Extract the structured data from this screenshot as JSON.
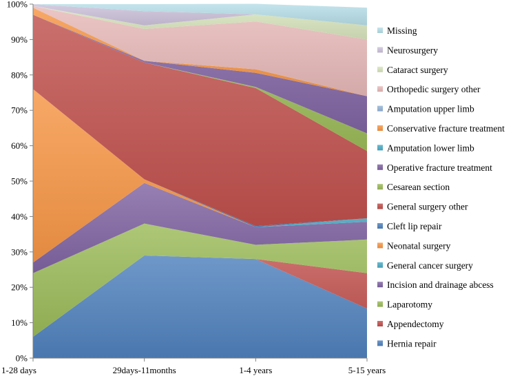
{
  "chart_data": {
    "type": "area",
    "stacked": "percent",
    "categories": [
      "1-28 days",
      "29days-11months",
      "1-4 years",
      "5-15 years"
    ],
    "ylim": [
      0,
      100
    ],
    "y_ticks": [
      "0%",
      "10%",
      "20%",
      "30%",
      "40%",
      "50%",
      "60%",
      "70%",
      "80%",
      "90%",
      "100%"
    ],
    "legend_position": "right",
    "series": [
      {
        "name": "Hernia repair",
        "color": "#4f81bd",
        "values": [
          6,
          29,
          28,
          14
        ]
      },
      {
        "name": "Appendectomy",
        "color": "#c0504d",
        "values": [
          0,
          0,
          0,
          10
        ]
      },
      {
        "name": "Laparotomy",
        "color": "#9bbb59",
        "values": [
          18,
          9,
          4,
          9.5
        ]
      },
      {
        "name": "Incision and drainage abcess",
        "color": "#8064a2",
        "values": [
          3,
          11.5,
          5,
          5
        ]
      },
      {
        "name": "General cancer surgery",
        "color": "#4bacc6",
        "values": [
          0,
          0,
          0,
          1
        ]
      },
      {
        "name": "Neonatal surgery",
        "color": "#f79646",
        "values": [
          49,
          1,
          0,
          0
        ]
      },
      {
        "name": "Cleft lip repair",
        "color": "#4f81bd",
        "values": [
          0,
          0,
          0.3,
          0
        ]
      },
      {
        "name": "General surgery other",
        "color": "#c0504d",
        "values": [
          21,
          33,
          39,
          19
        ]
      },
      {
        "name": "Cesarean section",
        "color": "#9bbb59",
        "values": [
          0,
          0,
          0.3,
          5
        ]
      },
      {
        "name": "Operative fracture treatment",
        "color": "#8064a2",
        "values": [
          0,
          0.5,
          4,
          10.5
        ]
      },
      {
        "name": "Amputation lower limb",
        "color": "#4bacc6",
        "values": [
          0,
          0,
          0,
          0
        ]
      },
      {
        "name": "Conservative fracture treatment",
        "color": "#f79646",
        "values": [
          2,
          0,
          1,
          0
        ]
      },
      {
        "name": "Amputation upper limb",
        "color": "#95b3d7",
        "values": [
          0,
          0,
          0,
          0
        ]
      },
      {
        "name": "Orthopedic surgery other",
        "color": "#e6b9b8",
        "values": [
          0.5,
          9,
          13.5,
          16
        ]
      },
      {
        "name": "Cataract surgery",
        "color": "#d7e4bd",
        "values": [
          0,
          1,
          2,
          4
        ]
      },
      {
        "name": "Neurosurgery",
        "color": "#ccc1da",
        "values": [
          0.5,
          4,
          0,
          0
        ]
      },
      {
        "name": "Missing",
        "color": "#b7dee8",
        "values": [
          0,
          2,
          3,
          5
        ]
      }
    ]
  }
}
